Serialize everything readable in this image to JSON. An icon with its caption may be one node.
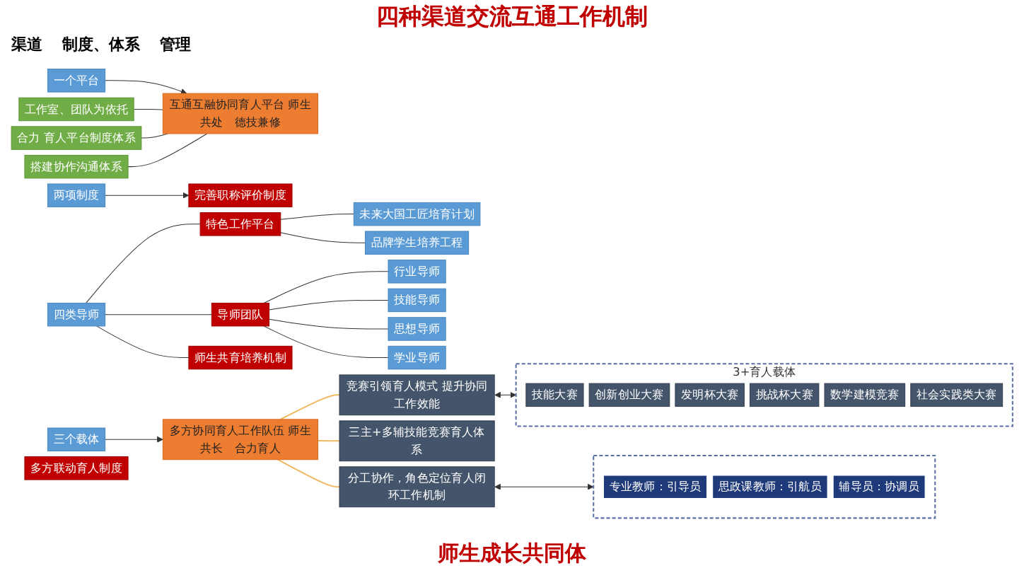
{
  "diagram": {
    "title": "四种渠道交流互通工作机制",
    "caption": "师生成长共同体",
    "nodes": [
      {
        "text": [
          "一个平台"
        ]
      },
      {
        "text": [
          "两项制度"
        ]
      },
      {
        "text": [
          "三个载体"
        ]
      },
      {
        "text": [
          "四类导师"
        ]
      },
      {
        "text": [
          "工作室、团队为依托"
        ]
      },
      {
        "text": [
          "合力 育人平台制度体系"
        ]
      },
      {
        "text": [
          "搭建协作沟通体系"
        ]
      },
      {
        "text": [
          "互通互融协同育人平台 师生共处　德技兼修"
        ]
      },
      {
        "text": [
          "完善职称评价制度"
        ]
      },
      {
        "text": [
          "多方联动育人制度"
        ]
      },
      {
        "text": [
          "多方协同育人工作队伍 师生共长　合力育人"
        ]
      },
      {
        "text": [
          "特色工作平台"
        ]
      },
      {
        "text": [
          "导师团队"
        ]
      },
      {
        "text": [
          "师生共育培养机制"
        ]
      },
      {
        "text": [
          "未来大国工匠培育计划"
        ]
      },
      {
        "text": [
          "品牌学生培养工程"
        ]
      },
      {
        "text": [
          "行业导师"
        ]
      },
      {
        "text": [
          "技能导师"
        ]
      },
      {
        "text": [
          "思想导师"
        ]
      },
      {
        "text": [
          "学业导师"
        ]
      },
      {
        "text": [
          "竞赛引领育人模式 提升协同工作效能"
        ]
      },
      {
        "text": [
          "三主+多辅技能竞赛育人体系"
        ]
      },
      {
        "text": [
          "分工协作，角色定位育人闭环工作机制"
        ]
      },
      {
        "text": [
          "3+育人载体"
        ]
      },
      {
        "text": [
          "技能大赛"
        ],
        "in": 23
      },
      {
        "text": [
          "创新创业大赛"
        ],
        "in": 23
      },
      {
        "text": [
          "发明杯大赛"
        ],
        "in": 23
      },
      {
        "text": [
          "挑战杯大赛"
        ],
        "in": 23
      },
      {
        "text": [
          "数学建模竞赛"
        ],
        "in": 23
      },
      {
        "text": [
          "社会实践类大赛"
        ],
        "in": 23
      },
      {
        "text": [],
        "shape": "box"
      },
      {
        "text": [
          "专业教师：引导员"
        ],
        "in": 30
      },
      {
        "text": [
          "思政课教师：引航员"
        ],
        "in": 30
      },
      {
        "text": [
          "辅导员：协调员"
        ],
        "in": 30
      }
    ],
    "edges": [
      {
        "from": 0,
        "to": 7,
        "arrow": "to"
      },
      {
        "from": 1,
        "to": 8,
        "arrow": "to"
      },
      {
        "from": 2,
        "to": 10,
        "arrow": "to"
      },
      {
        "from": 4,
        "to": 7,
        "arrow": "none"
      },
      {
        "from": 5,
        "to": 7,
        "arrow": "none"
      },
      {
        "from": 6,
        "to": 7,
        "arrow": "none"
      },
      {
        "from": 3,
        "to": 11,
        "arrow": "none"
      },
      {
        "from": 3,
        "to": 12,
        "arrow": "none"
      },
      {
        "from": 3,
        "to": 13,
        "arrow": "none"
      },
      {
        "from": 11,
        "to": 14,
        "arrow": "none"
      },
      {
        "from": 11,
        "to": 15,
        "arrow": "none"
      },
      {
        "from": 12,
        "to": 16,
        "arrow": "none"
      },
      {
        "from": 12,
        "to": 17,
        "arrow": "none"
      },
      {
        "from": 12,
        "to": 18,
        "arrow": "none"
      },
      {
        "from": 12,
        "to": 19,
        "arrow": "none"
      },
      {
        "from": 10,
        "to": 20,
        "arrow": "none",
        "color": "#f0b860"
      },
      {
        "from": 10,
        "to": 21,
        "arrow": "none",
        "color": "#f0b860"
      },
      {
        "from": 10,
        "to": 22,
        "arrow": "none",
        "color": "#f0b860"
      },
      {
        "from": 20,
        "to": 23,
        "arrow": "both"
      },
      {
        "from": 22,
        "to": 30,
        "arrow": "both"
      }
    ],
    "labels": [
      "渠道",
      "制度、体系",
      "管理"
    ]
  }
}
